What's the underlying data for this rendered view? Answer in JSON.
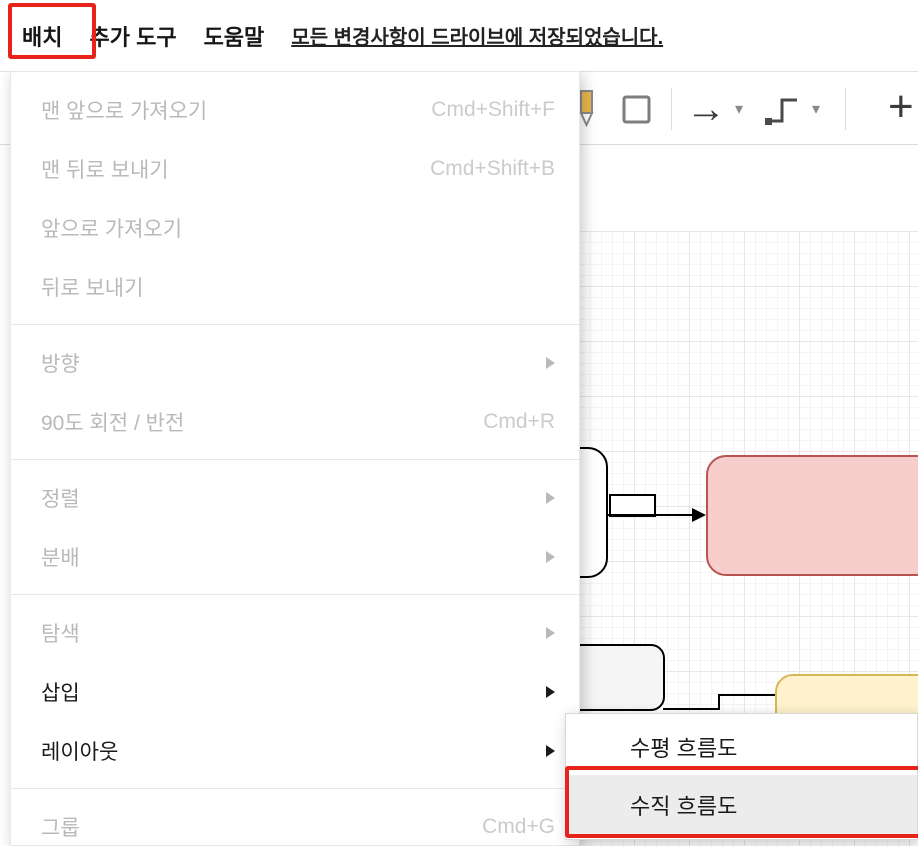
{
  "menubar": {
    "items": [
      {
        "label": "배치"
      },
      {
        "label": "추가 도구"
      },
      {
        "label": "도움말"
      }
    ],
    "status_link": "모든 변경사항이 드라이브에 저장되었습니다."
  },
  "toolbar": {
    "arrow_glyph": "→",
    "plus_glyph": "+",
    "caret_glyph": "▾",
    "icons": [
      {
        "name": "fill-pencil-icon"
      },
      {
        "name": "shadow-square-icon"
      },
      {
        "name": "arrow-connection-icon"
      },
      {
        "name": "waypoint-connector-icon"
      },
      {
        "name": "add-shape-icon"
      }
    ]
  },
  "arrange_menu": {
    "items": [
      {
        "label": "맨 앞으로 가져오기",
        "shortcut": "Cmd+Shift+F",
        "state": "disabled"
      },
      {
        "label": "맨 뒤로 보내기",
        "shortcut": "Cmd+Shift+B",
        "state": "disabled"
      },
      {
        "label": "앞으로 가져오기",
        "shortcut": "",
        "state": "disabled"
      },
      {
        "label": "뒤로 보내기",
        "shortcut": "",
        "state": "disabled"
      },
      {
        "label": "방향",
        "submenu": true,
        "state": "disabled"
      },
      {
        "label": "90도 회전 / 반전",
        "shortcut": "Cmd+R",
        "state": "disabled"
      },
      {
        "label": "정렬",
        "submenu": true,
        "state": "disabled"
      },
      {
        "label": "분배",
        "submenu": true,
        "state": "disabled"
      },
      {
        "label": "탐색",
        "submenu": true,
        "state": "disabled"
      },
      {
        "label": "삽입",
        "submenu": true,
        "state": "enabled"
      },
      {
        "label": "레이아웃",
        "submenu": true,
        "state": "enabled"
      },
      {
        "label": "그룹",
        "shortcut": "Cmd+G",
        "state": "disabled"
      }
    ]
  },
  "layout_submenu": {
    "items": [
      {
        "label": "수평 흐름도",
        "highlighted": false
      },
      {
        "label": "수직 흐름도",
        "highlighted": true
      }
    ]
  },
  "colors": {
    "annotation_red": "#e8231a",
    "red_shape_fill": "#f8cecc",
    "red_shape_stroke": "#b85450",
    "yellow_shape_fill": "#fff2cc",
    "yellow_shape_stroke": "#d6b656",
    "submenu_highlight": "#ececec"
  }
}
